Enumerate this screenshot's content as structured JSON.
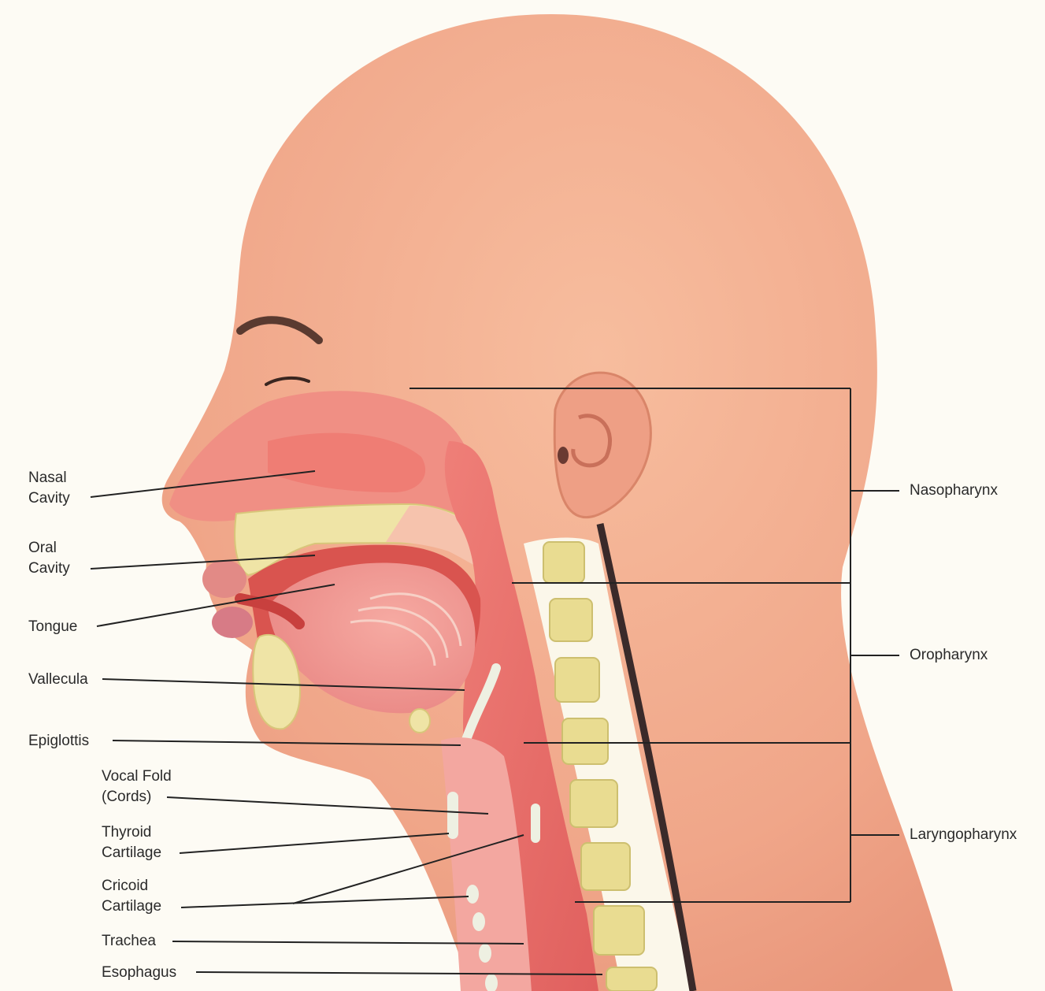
{
  "labels": {
    "nasal_cavity": [
      "Nasal",
      "Cavity"
    ],
    "oral_cavity": [
      "Oral",
      "Cavity"
    ],
    "tongue": "Tongue",
    "vallecula": "Vallecula",
    "epiglottis": "Epiglottis",
    "vocal_fold": [
      "Vocal Fold",
      "(Cords)"
    ],
    "thyroid_cartilage": [
      "Thyroid",
      "Cartilage"
    ],
    "cricoid_cartilage": [
      "Cricoid",
      "Cartilage"
    ],
    "trachea": "Trachea",
    "esophagus": "Esophagus",
    "nasopharynx": "Nasopharynx",
    "oropharynx": "Oropharynx",
    "laryngopharynx": "Laryngopharynx"
  },
  "colors": {
    "background": "#fdfbf4",
    "skin": "#f2aa8e",
    "tissue": "#e96d6a",
    "airway": "#f7b9a7",
    "bone": "#efe4a6",
    "cartilage": "#eef0e2",
    "leader_line": "#222222"
  }
}
